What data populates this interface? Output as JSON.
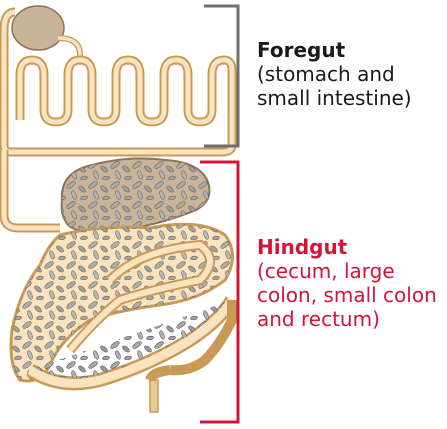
{
  "labels": {
    "foregut": {
      "title": "Foregut",
      "desc_lines": [
        "(stomach and",
        "small intestine)"
      ]
    },
    "hindgut": {
      "title": "Hindgut",
      "desc_lines": [
        "(cecum, large",
        "colon, small colon",
        "and rectum)"
      ]
    }
  },
  "colors": {
    "foregut_bracket": "#6d6e71",
    "hindgut_bracket": "#d41437",
    "gut_fill": "#fbe3bf",
    "gut_outline": "#c99a55",
    "stomach_fill": "#c9b49a",
    "digesta": "#a8a8a8"
  }
}
